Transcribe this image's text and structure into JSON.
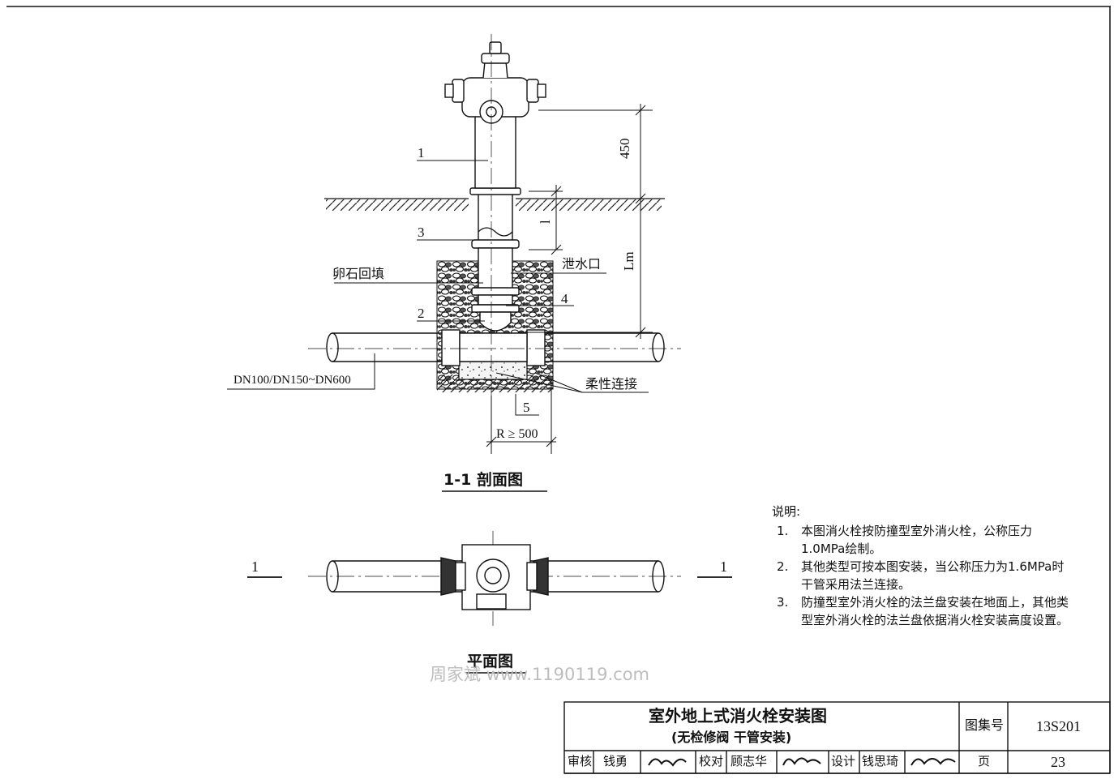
{
  "section_view": {
    "title": "1-1 剖面图",
    "labels": {
      "item1": "1",
      "item2": "2",
      "item3": "3",
      "item4": "4",
      "item5": "5",
      "gravel": "卵石回填",
      "drain": "泄水口",
      "pipe_spec": "DN100/DN150~DN600",
      "flex_joint": "柔性连接",
      "radius": "R ≥ 500",
      "dim_450": "450",
      "dim_lm": "Lm",
      "dim_l": "l"
    }
  },
  "plan_view": {
    "title": "平面图",
    "cut_left": "1",
    "cut_right": "1"
  },
  "watermark": "周家斌 www.1190119.com",
  "notes": {
    "heading": "说明:",
    "items": [
      {
        "num": "1.",
        "text": "本图消火栓按防撞型室外消火栓，公称压力1.0MPa绘制。"
      },
      {
        "num": "2.",
        "text": "其他类型可按本图安装，当公称压力为1.6MPa时干管采用法兰连接。"
      },
      {
        "num": "3.",
        "text": "防撞型室外消火栓的法兰盘安装在地面上，其他类型室外消火栓的法兰盘依据消火栓安装高度设置。"
      }
    ]
  },
  "title_block": {
    "title": "室外地上式消火栓安装图",
    "subtitle": "(无检修阀 干管安装)",
    "atlas_label": "图集号",
    "atlas_no": "13S201",
    "review_label": "审核",
    "review_name": "钱勇",
    "check_label": "校对",
    "check_name": "顾志华",
    "design_label": "设计",
    "design_name": "钱思琦",
    "page_label": "页",
    "page_no": "23"
  }
}
